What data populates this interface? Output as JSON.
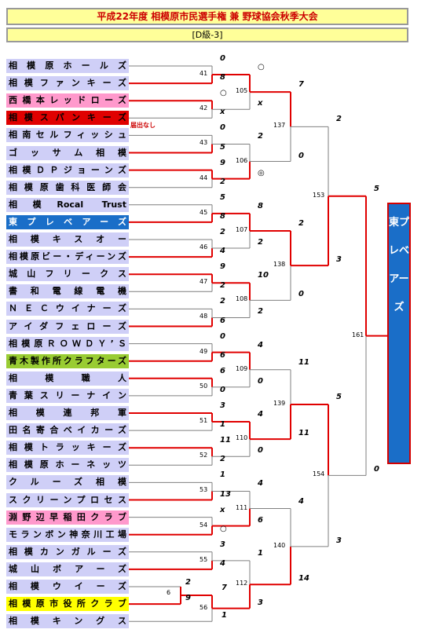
{
  "title": "平成22年度 相模原市民選手権 兼 野球協会秋季大会",
  "subtitle": "[D級-3]",
  "champion": "東プレベアーズ",
  "note": "届出なし",
  "colors": {
    "red": "#e00000",
    "line": "#7f7f7f",
    "default_team_bg": "#cfcff7"
  },
  "teams": [
    {
      "name": "相模原ホールズ",
      "bg": "#cfcff7",
      "fg": "#000000"
    },
    {
      "name": "相模ファンキーズ",
      "bg": "#cfcff7",
      "fg": "#000000"
    },
    {
      "name": "西橋本レッドローズ",
      "bg": "#ff99cc",
      "fg": "#000000"
    },
    {
      "name": "相模スパンキーズ",
      "bg": "#e00000",
      "fg": "#000000"
    },
    {
      "name": "相南セルフィッシュ",
      "bg": "#cfcff7",
      "fg": "#000000"
    },
    {
      "name": "ゴッサム相模",
      "bg": "#cfcff7",
      "fg": "#000000"
    },
    {
      "name": "相模ＤＰジョーンズ",
      "bg": "#cfcff7",
      "fg": "#000000"
    },
    {
      "name": "相模原歯科医師会",
      "bg": "#cfcff7",
      "fg": "#000000"
    },
    {
      "name": "相模Rocal Trust",
      "bg": "#cfcff7",
      "fg": "#000000"
    },
    {
      "name": "東プレベアーズ",
      "bg": "#1a6ec8",
      "fg": "#ffffff"
    },
    {
      "name": "相模キスオー",
      "bg": "#cfcff7",
      "fg": "#000000"
    },
    {
      "name": "相模原ビー・ディーンズ",
      "bg": "#cfcff7",
      "fg": "#000000"
    },
    {
      "name": "城山フリークス",
      "bg": "#cfcff7",
      "fg": "#000000"
    },
    {
      "name": "書和電線電機",
      "bg": "#cfcff7",
      "fg": "#000000"
    },
    {
      "name": "ＮＥＣウイナーズ",
      "bg": "#cfcff7",
      "fg": "#000000"
    },
    {
      "name": "アイダフェローズ",
      "bg": "#cfcff7",
      "fg": "#000000"
    },
    {
      "name": "相模原ＲＯＷＤＹ’Ｓ",
      "bg": "#cfcff7",
      "fg": "#000000"
    },
    {
      "name": "青木製作所クラフターズ",
      "bg": "#99cc33",
      "fg": "#000000"
    },
    {
      "name": "相模職人",
      "bg": "#cfcff7",
      "fg": "#000000"
    },
    {
      "name": "青葉スリーナイン",
      "bg": "#cfcff7",
      "fg": "#000000"
    },
    {
      "name": "相模連邦軍",
      "bg": "#cfcff7",
      "fg": "#000000"
    },
    {
      "name": "田名寄合ベイカーズ",
      "bg": "#cfcff7",
      "fg": "#000000"
    },
    {
      "name": "相模トラッキーズ",
      "bg": "#cfcff7",
      "fg": "#000000"
    },
    {
      "name": "相模原ホーネッツ",
      "bg": "#cfcff7",
      "fg": "#000000"
    },
    {
      "name": "クルーズ相模",
      "bg": "#cfcff7",
      "fg": "#000000"
    },
    {
      "name": "スクリーンプロセス",
      "bg": "#cfcff7",
      "fg": "#000000"
    },
    {
      "name": "淵野辺早稲田クラブ",
      "bg": "#ff99cc",
      "fg": "#000000"
    },
    {
      "name": "モランボン神奈川工場",
      "bg": "#cfcff7",
      "fg": "#000000"
    },
    {
      "name": "相模カンガルーズ",
      "bg": "#cfcff7",
      "fg": "#000000"
    },
    {
      "name": "城山ボアーズ",
      "bg": "#cfcff7",
      "fg": "#000000"
    },
    {
      "name": "相模ウイーズ",
      "bg": "#cfcff7",
      "fg": "#000000"
    },
    {
      "name": "相模原市役所クラブ",
      "bg": "#ffff00",
      "fg": "#000000"
    },
    {
      "name": "相模キングス",
      "bg": "#cfcff7",
      "fg": "#000000"
    }
  ],
  "r1_scores": [
    "0",
    "8",
    "○",
    "x",
    "0",
    "5",
    "9",
    "2",
    "5",
    "8",
    "2",
    "4",
    "9",
    "2",
    "2",
    "6",
    "0",
    "6",
    "6",
    "0",
    "3",
    "1",
    "11",
    "2",
    "1",
    "13",
    "x",
    "○",
    "3",
    "4",
    "2",
    "7",
    "1"
  ],
  "r1_matches": [
    "41",
    "42",
    "43",
    "44",
    "45",
    "46",
    "47",
    "48",
    "49",
    "50",
    "51",
    "52",
    "53",
    "54",
    "55",
    "56"
  ],
  "r2_scores": [
    "○",
    "x",
    "2",
    "◎",
    "8",
    "2",
    "10",
    "2",
    "4",
    "0",
    "4",
    "0",
    "4",
    "6",
    "1",
    "3"
  ],
  "r2_matches": [
    "105",
    "106",
    "107",
    "108",
    "109",
    "110",
    "111",
    "112"
  ],
  "r3_scores": [
    "7",
    "0",
    "2",
    "0",
    "11",
    "11",
    "4",
    "14"
  ],
  "r3_matches": [
    "137",
    "138",
    "139",
    "140"
  ],
  "r4_scores": [
    "2",
    "3",
    "5",
    "3"
  ],
  "r4_matches": [
    "153",
    "154"
  ],
  "final_scores": [
    "5",
    "0"
  ],
  "final_match": "161",
  "prelim_match": "6",
  "prelim_scores": [
    "2",
    "9"
  ]
}
